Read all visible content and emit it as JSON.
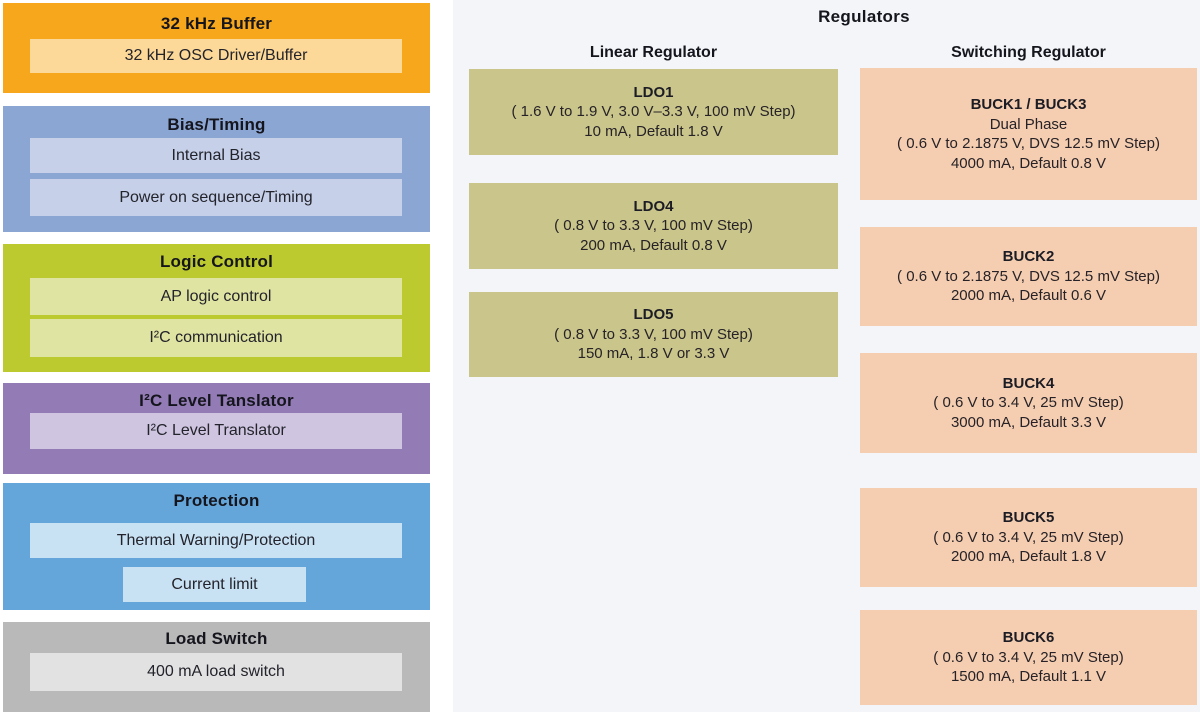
{
  "colors": {
    "page_background": "#ffffff",
    "panel_background": "#f3f5f8",
    "buffer_block": "#f7a71c",
    "buffer_item": "#fcd998",
    "bias_block": "#8ca6d3",
    "bias_item": "#c6d0e9",
    "logic_block": "#bcc92f",
    "logic_item": "#e0e4a2",
    "i2c_block": "#937cb5",
    "i2c_item": "#cfc5e1",
    "protection_block": "#65a6da",
    "protection_item": "#c8e1f3",
    "load_switch_block": "#b9b9b9",
    "load_switch_item": "#e2e2e2",
    "linear_regulator_block": "#c9c58b",
    "switching_regulator_block": "#f5ceb1",
    "text": "#15151d"
  },
  "left_blocks": [
    {
      "title": "32 kHz Buffer",
      "items": [
        "32 kHz OSC Driver/Buffer"
      ]
    },
    {
      "title": "Bias/Timing",
      "items": [
        "Internal Bias",
        "Power on sequence/Timing"
      ]
    },
    {
      "title": "Logic Control",
      "items": [
        "AP logic control",
        "I²C communication"
      ]
    },
    {
      "title": "I²C Level Tanslator",
      "items": [
        "I²C Level Translator"
      ]
    },
    {
      "title": "Protection",
      "items": [
        "Thermal Warning/Protection",
        "Current limit"
      ]
    },
    {
      "title": "Load Switch",
      "items": [
        "400 mA load switch"
      ]
    }
  ],
  "regulators": {
    "title": "Regulators",
    "linear": {
      "header": "Linear Regulator",
      "blocks": [
        {
          "name": "LDO1",
          "lines": [
            "( 1.6 V to 1.9 V, 3.0 V–3.3 V, 100 mV Step)",
            "10 mA, Default 1.8 V"
          ]
        },
        {
          "name": "LDO4",
          "lines": [
            "( 0.8 V to 3.3 V, 100 mV Step)",
            "200 mA, Default 0.8 V"
          ]
        },
        {
          "name": "LDO5",
          "lines": [
            "( 0.8 V to 3.3 V, 100 mV Step)",
            "150 mA, 1.8 V or 3.3 V"
          ]
        }
      ]
    },
    "switching": {
      "header": "Switching Regulator",
      "blocks": [
        {
          "name": "BUCK1 / BUCK3",
          "lines": [
            "Dual Phase",
            "( 0.6 V to 2.1875 V, DVS 12.5 mV Step)",
            "4000 mA, Default 0.8 V"
          ]
        },
        {
          "name": "BUCK2",
          "lines": [
            "( 0.6 V to 2.1875 V, DVS 12.5 mV Step)",
            "2000 mA, Default 0.6 V"
          ]
        },
        {
          "name": "BUCK4",
          "lines": [
            "( 0.6 V to 3.4 V, 25 mV Step)",
            "3000 mA, Default 3.3 V"
          ]
        },
        {
          "name": "BUCK5",
          "lines": [
            "( 0.6 V to 3.4 V, 25 mV Step)",
            "2000 mA, Default 1.8 V"
          ]
        },
        {
          "name": "BUCK6",
          "lines": [
            "( 0.6 V to 3.4 V, 25 mV Step)",
            "1500 mA, Default 1.1 V"
          ]
        }
      ]
    }
  }
}
